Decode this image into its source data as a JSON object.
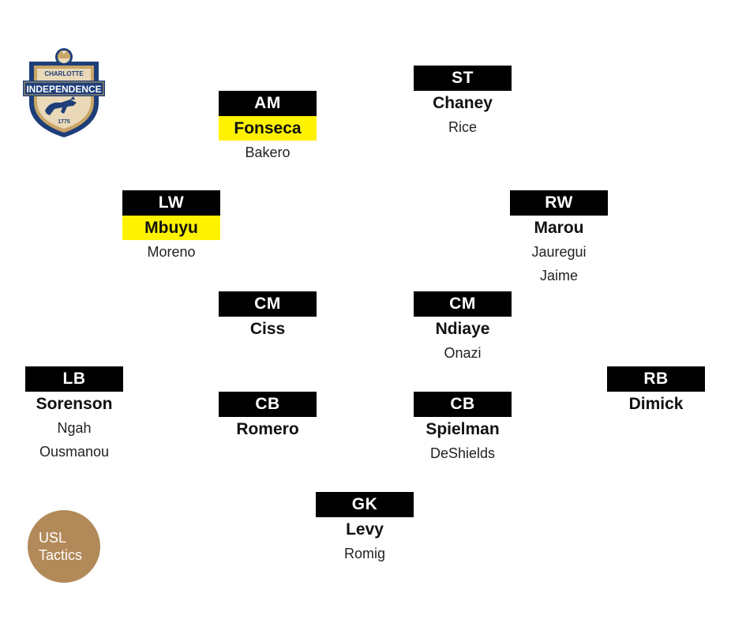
{
  "logo": {
    "top_text": "CHARLOTTE",
    "main_text": "INDEPENDENCE",
    "year": "1775",
    "colors": {
      "navy": "#1d3e78",
      "gold": "#c9a567",
      "cream": "#ead9b8"
    }
  },
  "badge": {
    "line1": "USL",
    "line2": "Tactics",
    "color": "#b28a5a"
  },
  "highlight_color": "#fff200",
  "players": {
    "st": {
      "pos": "ST",
      "starter": "Chaney",
      "backups": [
        "Rice"
      ]
    },
    "am": {
      "pos": "AM",
      "starter": "Fonseca",
      "backups": [
        "Bakero"
      ]
    },
    "lw": {
      "pos": "LW",
      "starter": "Mbuyu",
      "backups": [
        "Moreno"
      ]
    },
    "rw": {
      "pos": "RW",
      "starter": "Marou",
      "backups": [
        "Jauregui",
        "Jaime"
      ]
    },
    "cm1": {
      "pos": "CM",
      "starter": "Ciss",
      "backups": []
    },
    "cm2": {
      "pos": "CM",
      "starter": "Ndiaye",
      "backups": [
        "Onazi"
      ]
    },
    "lb": {
      "pos": "LB",
      "starter": "Sorenson",
      "backups": [
        "Ngah",
        "Ousmanou"
      ]
    },
    "cb1": {
      "pos": "CB",
      "starter": "Romero",
      "backups": []
    },
    "cb2": {
      "pos": "CB",
      "starter": "Spielman",
      "backups": [
        "DeShields"
      ]
    },
    "rb": {
      "pos": "RB",
      "starter": "Dimick",
      "backups": []
    },
    "gk": {
      "pos": "GK",
      "starter": "Levy",
      "backups": [
        "Romig"
      ]
    }
  }
}
